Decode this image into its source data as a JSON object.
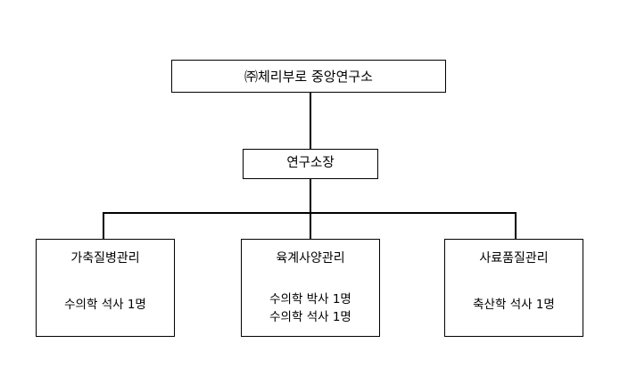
{
  "chart_data": {
    "type": "diagram",
    "diagram_type": "organization-chart",
    "title": "",
    "orientation": "top-down",
    "background_color": "#ffffff",
    "line_color": "#000000",
    "text_color": "#000000",
    "nodes": [
      {
        "id": "root",
        "label": "㈜체리부로 중앙연구소",
        "level": 0,
        "details": []
      },
      {
        "id": "director",
        "label": "연구소장",
        "level": 1,
        "details": []
      },
      {
        "id": "leaf-0",
        "label": "가축질병관리",
        "level": 2,
        "details": [
          "수의학 석사 1명"
        ]
      },
      {
        "id": "leaf-1",
        "label": "육계사양관리",
        "level": 2,
        "details": [
          "수의학 박사 1명",
          "수의학 석사 1명"
        ]
      },
      {
        "id": "leaf-2",
        "label": "사료품질관리",
        "level": 2,
        "details": [
          "축산학 석사 1명"
        ]
      }
    ],
    "edges": [
      {
        "from": "root",
        "to": "director"
      },
      {
        "from": "director",
        "to": "leaf-0"
      },
      {
        "from": "director",
        "to": "leaf-1"
      },
      {
        "from": "director",
        "to": "leaf-2"
      }
    ]
  },
  "root": {
    "label": "㈜체리부로 중앙연구소"
  },
  "director": {
    "label": "연구소장"
  },
  "departments": [
    {
      "label": "가축질병관리",
      "details": [
        "수의학 석사 1명"
      ]
    },
    {
      "label": "육계사양관리",
      "details": [
        "수의학 박사 1명",
        "수의학 석사 1명"
      ]
    },
    {
      "label": "사료품질관리",
      "details": [
        "축산학 석사 1명"
      ]
    }
  ]
}
